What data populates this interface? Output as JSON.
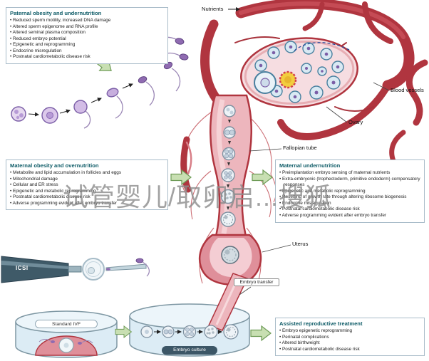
{
  "watermark": "试管婴儿/取卵启...搜狐",
  "labels": {
    "nutrients": "Nutrients",
    "blood_vessels": "Blood vessels",
    "ovary": "Ovary",
    "fallopian_tube": "Fallopian tube",
    "uterus": "Uterus",
    "embryo_transfer": "Embryo transfer",
    "icsi": "ICSI",
    "standard_ivf": "Standard IVF",
    "embryo_culture": "Embryo culture"
  },
  "boxes": {
    "paternal": {
      "title": "Paternal obesity and undernutrition",
      "items": [
        "Reduced sperm motility, increased DNA damage",
        "Altered sperm epigenome and RNA profile",
        "Altered seminal plasma composition",
        "Reduced embryo potential",
        "Epigenetic and reprogramming",
        "Endocrine misregulation",
        "Postnatal cardiometabolic disease risk"
      ]
    },
    "maternal_obesity": {
      "title": "Maternal obesity and overnutrition",
      "items": [
        "Metabolite and lipid accumulation in follicles and eggs",
        "Mitochondrial damage",
        "Cellular and ER stress",
        "Epigenetic and metabolic reprogramming",
        "Postnatal cardiometabolic disease risk",
        "Adverse programming evident after embryo transfer"
      ]
    },
    "maternal_undernutrition": {
      "title": "Maternal undernutrition",
      "items": [
        "Preimplantation embryo sensing of maternal nutrients",
        "Extra-embryonic (trophectoderm, primitive endoderm) compensatory responses",
        "Epigenetic and metabolic reprogramming",
        "Resetting of growth rate through altering ribosome biogenesis",
        "Endocrine misregulation",
        "Postnatal cardiometabolic disease risk",
        "Adverse programming evident after embryo transfer"
      ]
    },
    "art": {
      "title": "Assisted reproductive treatment",
      "items": [
        "Embryo epigenetic reprogramming",
        "Perinatal complications",
        "Altered birthweight",
        "Postnatal cardiometabolic disease risk"
      ]
    }
  },
  "colors": {
    "vessel_red": "#b0353f",
    "tissue_pink": "#edb6bd",
    "accent_green": "#c8dfb2",
    "title_teal": "#0c5a66"
  }
}
